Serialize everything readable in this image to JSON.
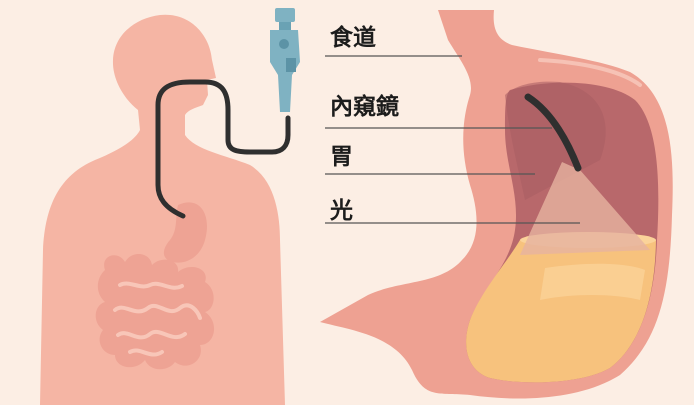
{
  "labels": {
    "esophagus": "食道",
    "endoscope": "內窺鏡",
    "stomach": "胃",
    "light": "光"
  },
  "colors": {
    "background": "#fceee4",
    "body_silhouette": "#f5b5a4",
    "intestines": "#eea394",
    "endoscope_tube": "#2f2f2f",
    "endoscope_handle": "#7fb2c2",
    "stomach_wall": "#eea192",
    "stomach_inner": "#b8686b",
    "gastric_fluid": "#f7c27d",
    "light_cone": "#e6b3a0",
    "label_text": "#1c1c1c",
    "leader_line": "#555555"
  }
}
